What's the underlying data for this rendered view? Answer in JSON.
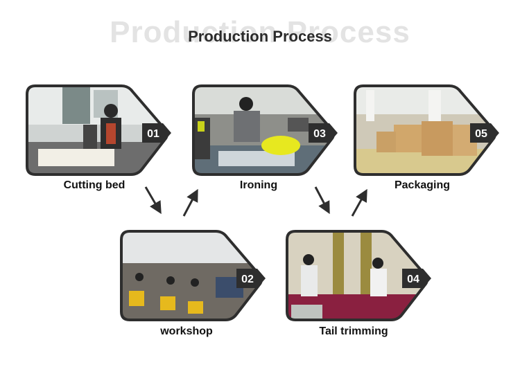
{
  "background_title": "Production Process",
  "title": "Production Process",
  "steps": [
    {
      "number": "01",
      "label": "Cutting bed"
    },
    {
      "number": "02",
      "label": "workshop"
    },
    {
      "number": "03",
      "label": "Ironing"
    },
    {
      "number": "04",
      "label": "Tail trimming"
    },
    {
      "number": "05",
      "label": "Packaging"
    }
  ],
  "colors": {
    "frame": "#2e2e2e",
    "badge_text": "#ffffff",
    "arrow": "#2e2e2e"
  }
}
